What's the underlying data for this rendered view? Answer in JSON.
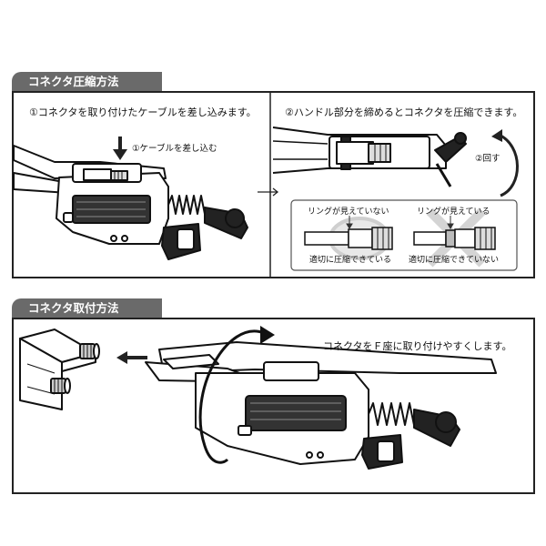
{
  "section1": {
    "title": "コネクタ圧縮方法",
    "step1": "①コネクタを取り付けたケーブルを差し込みます。",
    "step1_note": "①ケーブルを差し込む",
    "step2": "②ハンドル部分を締めるとコネクタを圧縮できます。",
    "step2_note": "②回す",
    "ok_label": "リングが見えていない",
    "ok_caption": "適切に圧縮できている",
    "ng_label": "リングが見えている",
    "ng_caption": "適切に圧縮できていない"
  },
  "section2": {
    "title": "コネクタ取付方法",
    "description": "コネクタをＦ座に取り付けやすくします。"
  },
  "colors": {
    "tab": "#6a6a6a",
    "border": "#222222",
    "ng_cross": "#d4d4d4",
    "ok_ring": "#cfcfcf"
  }
}
